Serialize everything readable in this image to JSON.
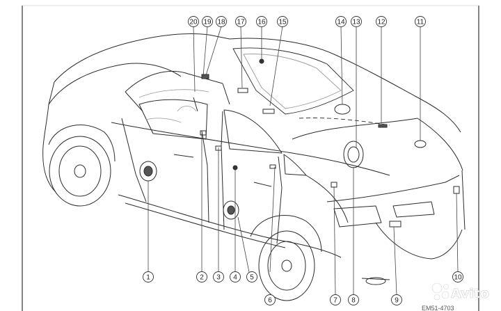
{
  "callouts": [
    {
      "label": "1"
    },
    {
      "label": "2"
    },
    {
      "label": "3"
    },
    {
      "label": "4"
    },
    {
      "label": "5"
    },
    {
      "label": "6"
    },
    {
      "label": "7"
    },
    {
      "label": "8"
    },
    {
      "label": "9"
    },
    {
      "label": "10"
    },
    {
      "label": "11"
    },
    {
      "label": "12"
    },
    {
      "label": "13"
    },
    {
      "label": "14"
    },
    {
      "label": "15"
    },
    {
      "label": "16"
    },
    {
      "label": "17"
    },
    {
      "label": "18"
    },
    {
      "label": "19"
    },
    {
      "label": "20"
    }
  ],
  "watermark": {
    "brand": "Avito",
    "icon": "avito-dots-icon"
  },
  "figure_code": "EM51-4703",
  "colors": {
    "line": "#2b2b2b",
    "light": "#9a9a9a"
  }
}
